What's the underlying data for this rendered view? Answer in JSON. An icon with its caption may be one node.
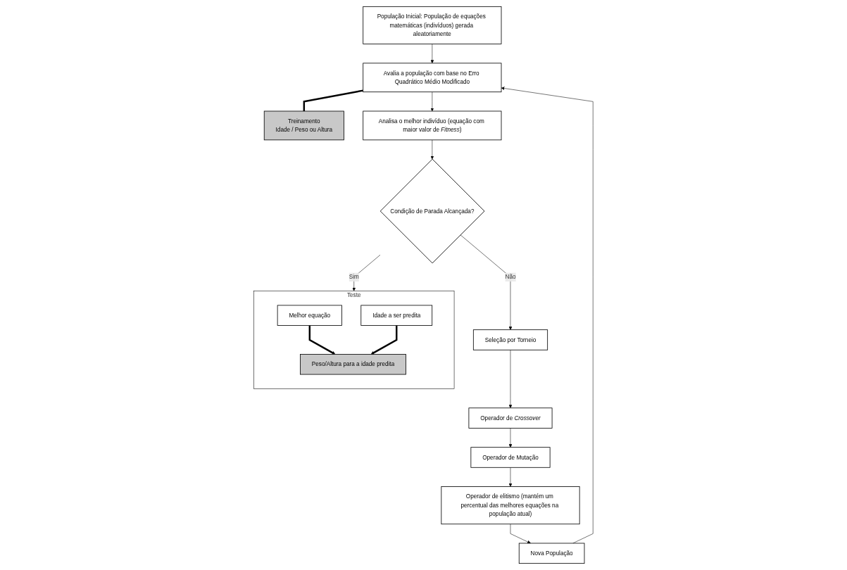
{
  "diagram": {
    "nodes": [
      {
        "text": [
          "População Inicial: População de equações matemáticas (indivíduos) gerada aleatoriamente"
        ]
      },
      {
        "text": [
          "Avalia a população com base no Erro Quadrático Médio Modificado"
        ]
      },
      {
        "text": [
          "Treinamento",
          "Idade / Peso ou Altura"
        ]
      },
      {
        "text": [
          "Analisa o melhor indivíduo (equação com maior valor de *Fitness*)"
        ]
      },
      {
        "text": [
          "Condição de Parada Alcançada?"
        ]
      },
      {
        "text": [
          "Teste"
        ]
      },
      {
        "text": [
          "Melhor equação"
        ],
        "in": 5
      },
      {
        "text": [
          "Idade a ser predita"
        ],
        "in": 5
      },
      {
        "text": [
          "Peso/Altura para a idade predita"
        ],
        "in": 5
      },
      {
        "text": [
          "Seleção por Torneio"
        ]
      },
      {
        "text": [
          "Operador de *Crossover*"
        ]
      },
      {
        "text": [
          "Operador de Mutação"
        ]
      },
      {
        "text": [
          "Operador de elitismo (mantém um percentual das melhores equações na população atual)"
        ]
      },
      {
        "text": [
          "Nova População"
        ]
      }
    ],
    "edges": [
      {
        "from": 0,
        "to": 1,
        "arrow": "to"
      },
      {
        "from": 1,
        "to": 2,
        "arrow": "none",
        "style": "thick"
      },
      {
        "from": 1,
        "to": 3,
        "arrow": "to"
      },
      {
        "from": 3,
        "to": 4,
        "arrow": "to"
      },
      {
        "from": 4,
        "to": 5,
        "arrow": "to",
        "label": "Sim"
      },
      {
        "from": 6,
        "to": 8,
        "arrow": "to",
        "style": "thick"
      },
      {
        "from": 7,
        "to": 8,
        "arrow": "to",
        "style": "thick"
      },
      {
        "from": 4,
        "to": 9,
        "arrow": "to",
        "label": "Não"
      },
      {
        "from": 9,
        "to": 10,
        "arrow": "to"
      },
      {
        "from": 10,
        "to": 11,
        "arrow": "to"
      },
      {
        "from": 11,
        "to": 12,
        "arrow": "to"
      },
      {
        "from": 12,
        "to": 13,
        "arrow": "to"
      },
      {
        "from": 13,
        "to": 1,
        "arrow": "to"
      }
    ]
  }
}
